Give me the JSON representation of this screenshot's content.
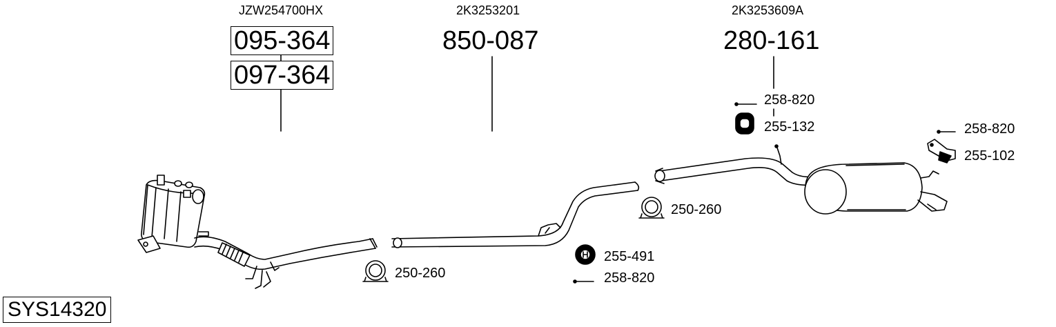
{
  "oem_numbers": {
    "left": "JZW254700HX",
    "center": "2K3253201",
    "right": "2K3253609A"
  },
  "main_parts": {
    "catalyst_a": "095-364",
    "catalyst_b": "097-364",
    "middle_pipe": "850-087",
    "rear_silencer": "280-161"
  },
  "accessories": {
    "clamp_left": "250-260",
    "clamp_right": "250-260",
    "mount_center": "255-491",
    "bolt_center": "258-820",
    "bolt_top": "258-820",
    "mount_top": "255-132",
    "bolt_far_right": "258-820",
    "bracket_far_right": "255-102"
  },
  "system_code": "SYS14320"
}
